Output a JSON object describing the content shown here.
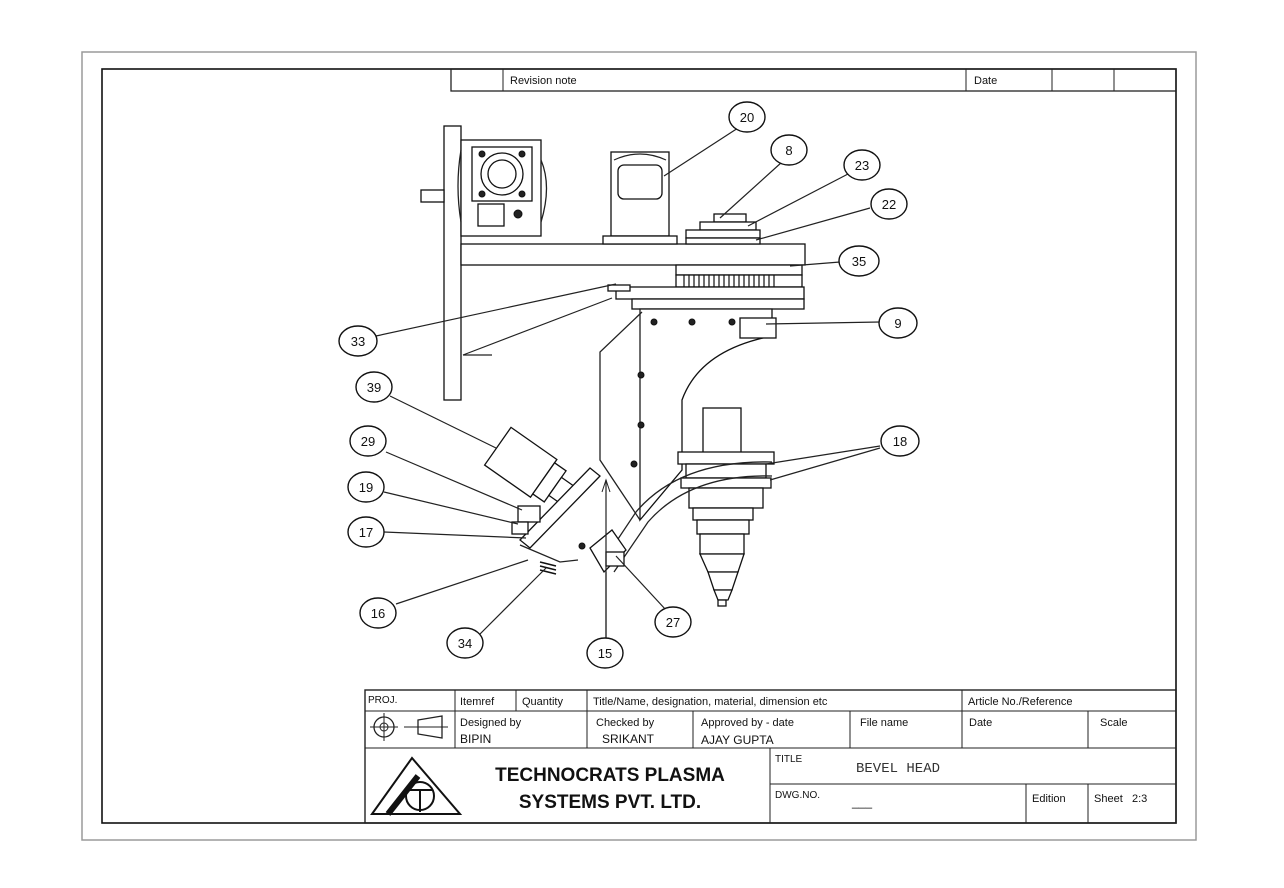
{
  "revision_block": {
    "revision_note_label": "Revision note",
    "date_label": "Date"
  },
  "balloons": [
    "20",
    "8",
    "23",
    "22",
    "35",
    "9",
    "33",
    "39",
    "29",
    "19",
    "17",
    "18",
    "16",
    "34",
    "15",
    "27"
  ],
  "title_block": {
    "proj_label": "PROJ.",
    "itemref_label": "Itemref",
    "quantity_label": "Quantity",
    "title_name_label": "Title/Name, designation, material, dimension etc",
    "article_label": "Article No./Reference",
    "designed_by_label": "Designed by",
    "designed_by_value": "BIPIN",
    "checked_by_label": "Checked by",
    "checked_by_value": "SRIKANT",
    "approved_by_label": "Approved by - date",
    "approved_by_value": "AJAY GUPTA",
    "file_name_label": "File name",
    "date_label": "Date",
    "scale_label": "Scale",
    "company_line1": "TECHNOCRATS PLASMA",
    "company_line2": "SYSTEMS PVT. LTD.",
    "title_label": "TITLE",
    "title_value": "BEVEL HEAD",
    "dwg_no_label": "DWG.NO.",
    "dwg_no_value": "___",
    "edition_label": "Edition",
    "sheet_label": "Sheet",
    "sheet_value": "2:3"
  },
  "colors": {
    "line": "#222222",
    "sheet": "#ffffff",
    "outer_frame": "#9a9a9a"
  }
}
